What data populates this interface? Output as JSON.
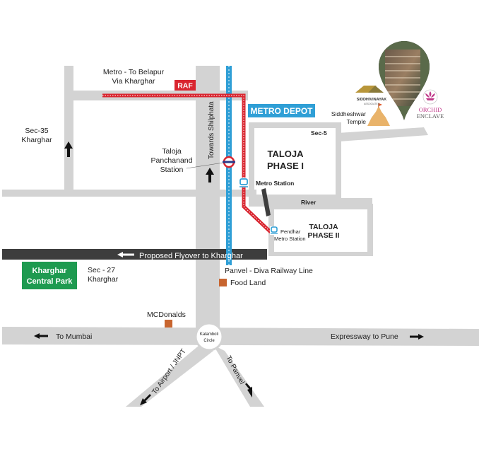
{
  "colors": {
    "road": "#d3d3d3",
    "flyover": "#3d3d3d",
    "railway": "#2f9fd6",
    "metro": "#d9252f",
    "park": "#1e9a50",
    "marker": "#c8652f",
    "depot": "#2f9fd6"
  },
  "labels": {
    "metro_belapur_1": "Metro - To Belapur",
    "metro_belapur_2": "Via Kharghar",
    "raf": "RAF",
    "metro_depot": "METRO DEPOT",
    "sec35_1": "Sec-35",
    "sec35_2": "Kharghar",
    "towards_shilphata": "Towards Shilphata",
    "taloja_station_1": "Taloja",
    "taloja_station_2": "Panchanand",
    "taloja_station_3": "Station",
    "sec5": "Sec-5",
    "taloja1_1": "TALOJA",
    "taloja1_2": "PHASE I",
    "metro_station": "Metro Station",
    "river": "River",
    "taloja2_1": "TALOJA",
    "taloja2_2": "PHASE II",
    "pendhar_1": "Pendhar",
    "pendhar_2": "Metro Station",
    "temple_1": "Siddheshwar",
    "temple_2": "Temple",
    "flyover": "Proposed Flyover to Kharghar",
    "park_1": "Kharghar",
    "park_2": "Central Park",
    "sec27_1": "Sec - 27",
    "sec27_2": "Kharghar",
    "railway": "Panvel - Diva Railway Line",
    "food_land": "Food Land",
    "mcdonalds": "MCDonalds",
    "to_mumbai": "To Mumbai",
    "expressway": "Expressway to Pune",
    "circle_1": "Kalamboli",
    "circle_2": "Circle",
    "to_airport": "To Airport / JNPT",
    "to_panvel": "To Panvel"
  },
  "logos": {
    "developer": "SIDDHIVINAYAK ASSOCIATES",
    "project_1": "ORCHID",
    "project_2": "ENCLAVE"
  },
  "icons": [
    "metro-station-icon",
    "railway-station-icon",
    "location-pin-icon",
    "temple-icon",
    "arrow-icon"
  ]
}
